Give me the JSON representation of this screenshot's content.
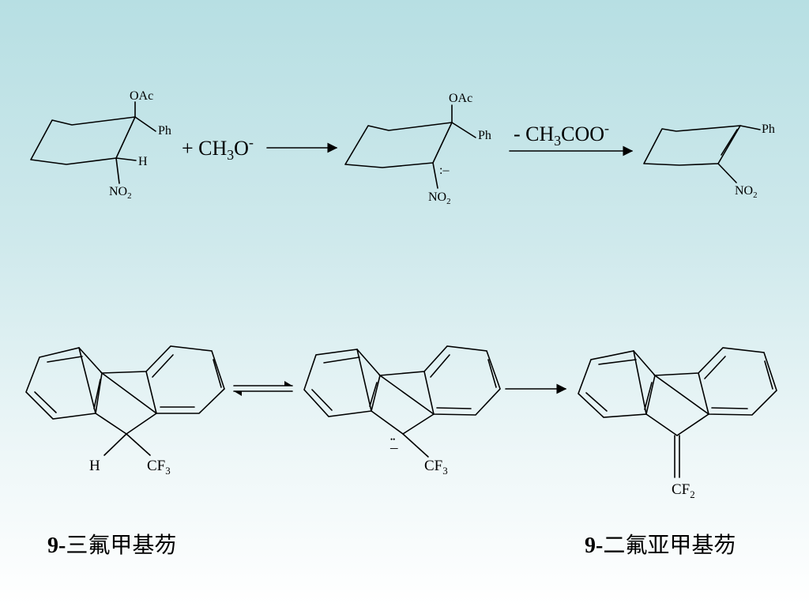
{
  "reaction1": {
    "reactant": {
      "top": "OAc",
      "right": "Ph",
      "h": "H",
      "bottom": "NO",
      "bottom_sub": "2"
    },
    "reagent": {
      "plus": "+ CH",
      "sub": "3",
      "o": "O",
      "charge": "-"
    },
    "intermediate": {
      "top": "OAc",
      "right": "Ph",
      "anion": ":–",
      "bottom": "NO",
      "bottom_sub": "2"
    },
    "step2": {
      "prefix": "- CH",
      "sub": "3",
      "suffix": "COO",
      "charge": "-"
    },
    "product": {
      "right": "Ph",
      "bottom": "NO",
      "bottom_sub": "2"
    }
  },
  "reaction2": {
    "fluorene1": {
      "h": "H",
      "cf": "CF",
      "cf_sub": "3"
    },
    "carbanion": {
      "lone_pair": "••",
      "charge": "–",
      "cf": "CF",
      "cf_sub": "3"
    },
    "product": {
      "cf": "CF",
      "cf_sub": "2"
    }
  },
  "captions": {
    "left_num": "9-",
    "left_text": "三氟甲基芴",
    "right_num": "9-",
    "right_text": "二氟亚甲基芴"
  }
}
